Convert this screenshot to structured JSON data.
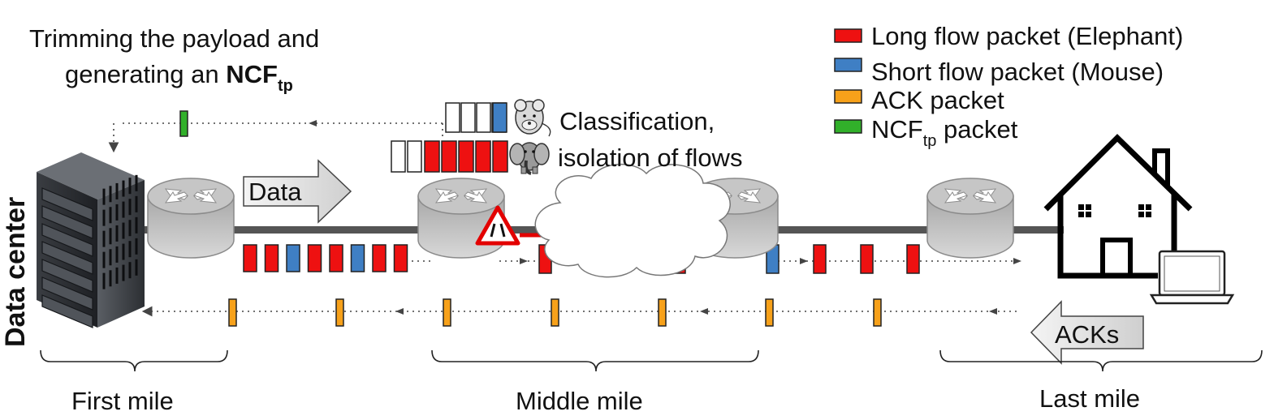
{
  "colors": {
    "elephant": "#ee1111",
    "mouse": "#3f7fc4",
    "ack": "#f7a11a",
    "ncf": "#31b02a",
    "link": "#555555",
    "router": "#bdbdbd"
  },
  "labels": {
    "data_center": "Data center",
    "trim_line1": "Trimming the payload and",
    "trim_line2_prefix": "generating an ",
    "ncf_main": "NCF",
    "ncf_sub": "tp",
    "classification_line1": "Classification,",
    "classification_line2": "isolation of flows",
    "data_arrow": "Data",
    "acks_arrow": "ACKs",
    "first_mile": "First mile",
    "middle_mile": "Middle mile",
    "last_mile": "Last mile"
  },
  "legend": {
    "items": [
      {
        "label": "Long flow packet (Elephant)",
        "color_key": "elephant"
      },
      {
        "label": "Short flow packet (Mouse)",
        "color_key": "mouse"
      },
      {
        "label": "ACK packet",
        "color_key": "ack"
      },
      {
        "label": "NCF",
        "sub": "tp",
        "suffix": " packet",
        "color_key": "ncf"
      }
    ]
  },
  "icons": {
    "server": "server-rack-icon",
    "router": "router-icon",
    "cloud": "cloud-icon",
    "warning": "road-narrows-warning-icon",
    "house": "house-icon",
    "laptop": "laptop-icon",
    "mouse": "mouse-icon",
    "elephant": "elephant-icon"
  }
}
